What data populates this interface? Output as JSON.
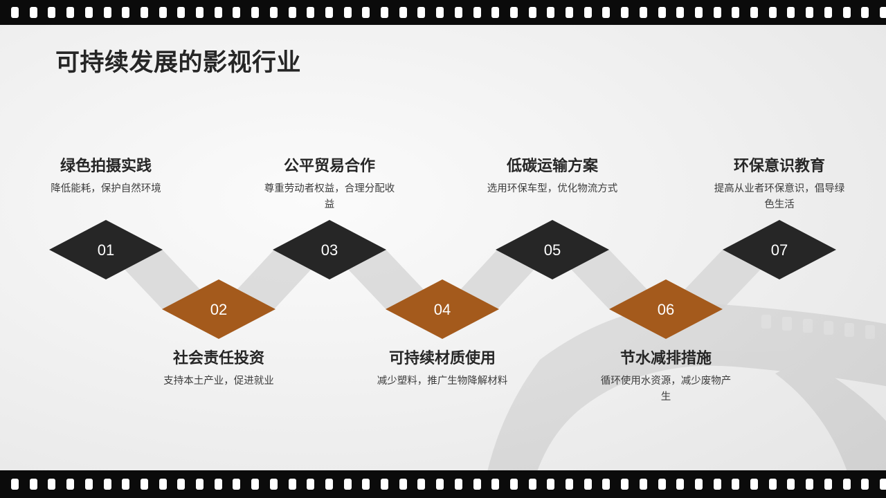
{
  "slide": {
    "title": "可持续发展的影视行业",
    "colors": {
      "dark": "#262626",
      "accent": "#a45a1c",
      "connector": "#d6d6d6",
      "film": "#0b0b0b"
    }
  },
  "steps": [
    {
      "num": "01",
      "title": "绿色拍摄实践",
      "desc": "降低能耗，保护自然环境",
      "position": "top"
    },
    {
      "num": "02",
      "title": "社会责任投资",
      "desc": "支持本土产业，促进就业",
      "position": "bottom"
    },
    {
      "num": "03",
      "title": "公平贸易合作",
      "desc": "尊重劳动者权益，合理分配收益",
      "position": "top"
    },
    {
      "num": "04",
      "title": "可持续材质使用",
      "desc": "减少塑料，推广生物降解材料",
      "position": "bottom"
    },
    {
      "num": "05",
      "title": "低碳运输方案",
      "desc": "选用环保车型，优化物流方式",
      "position": "top"
    },
    {
      "num": "06",
      "title": "节水减排措施",
      "desc": "循环使用水资源，减少废物产生",
      "position": "bottom"
    },
    {
      "num": "07",
      "title": "环保意识教育",
      "desc": "提高从业者环保意识，倡导绿色生活",
      "position": "top"
    }
  ],
  "decorations": {
    "film_strip_icon": "film-strip-icon"
  }
}
